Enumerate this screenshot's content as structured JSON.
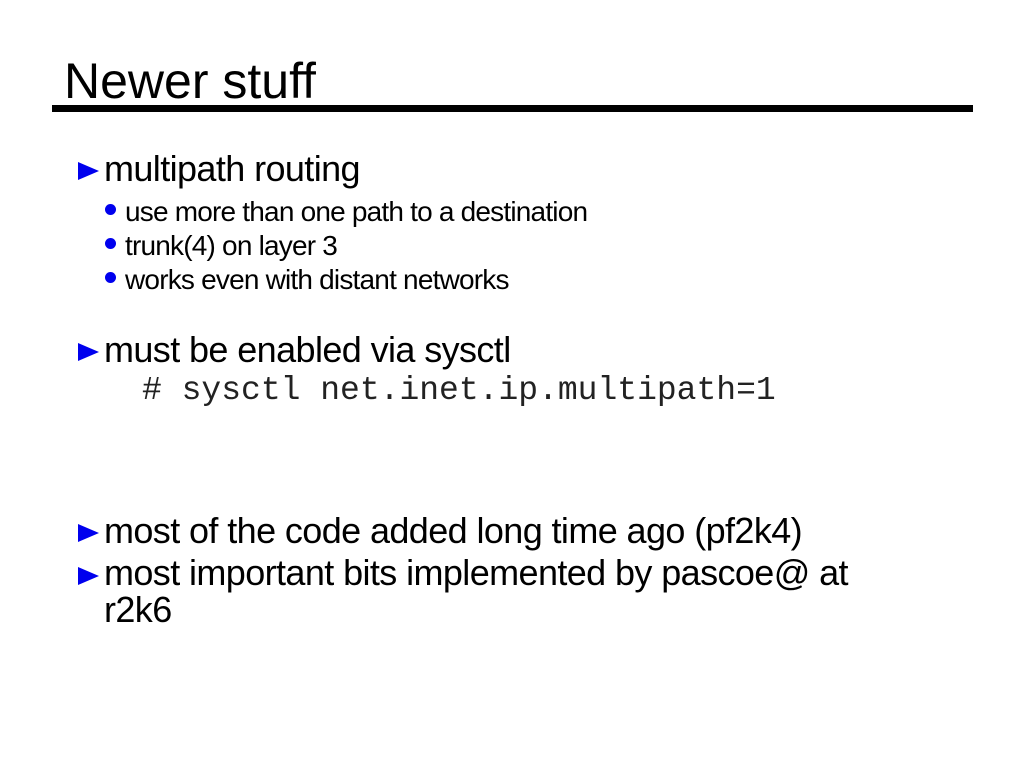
{
  "slide": {
    "title": "Newer stuff",
    "colors": {
      "accent_blue": "#0000ee",
      "text_black": "#000000",
      "code_gray": "#222222",
      "rule_black": "#000000",
      "background": "#ffffff"
    },
    "icons": {
      "bullet_level1": "triangle-right-icon",
      "bullet_level2": "dot-icon"
    },
    "bullets": {
      "b1": "multipath routing",
      "b1_subs": [
        "use more than one path to a destination",
        "trunk(4) on layer 3",
        "works even with distant networks"
      ],
      "b2": "must be enabled via sysctl",
      "b2_code": "# sysctl net.inet.ip.multipath=1",
      "b3": "most of the code added long time ago (pf2k4)",
      "b4_line1": "most important bits implemented by pascoe@ at",
      "b4_line2": "r2k6"
    }
  }
}
